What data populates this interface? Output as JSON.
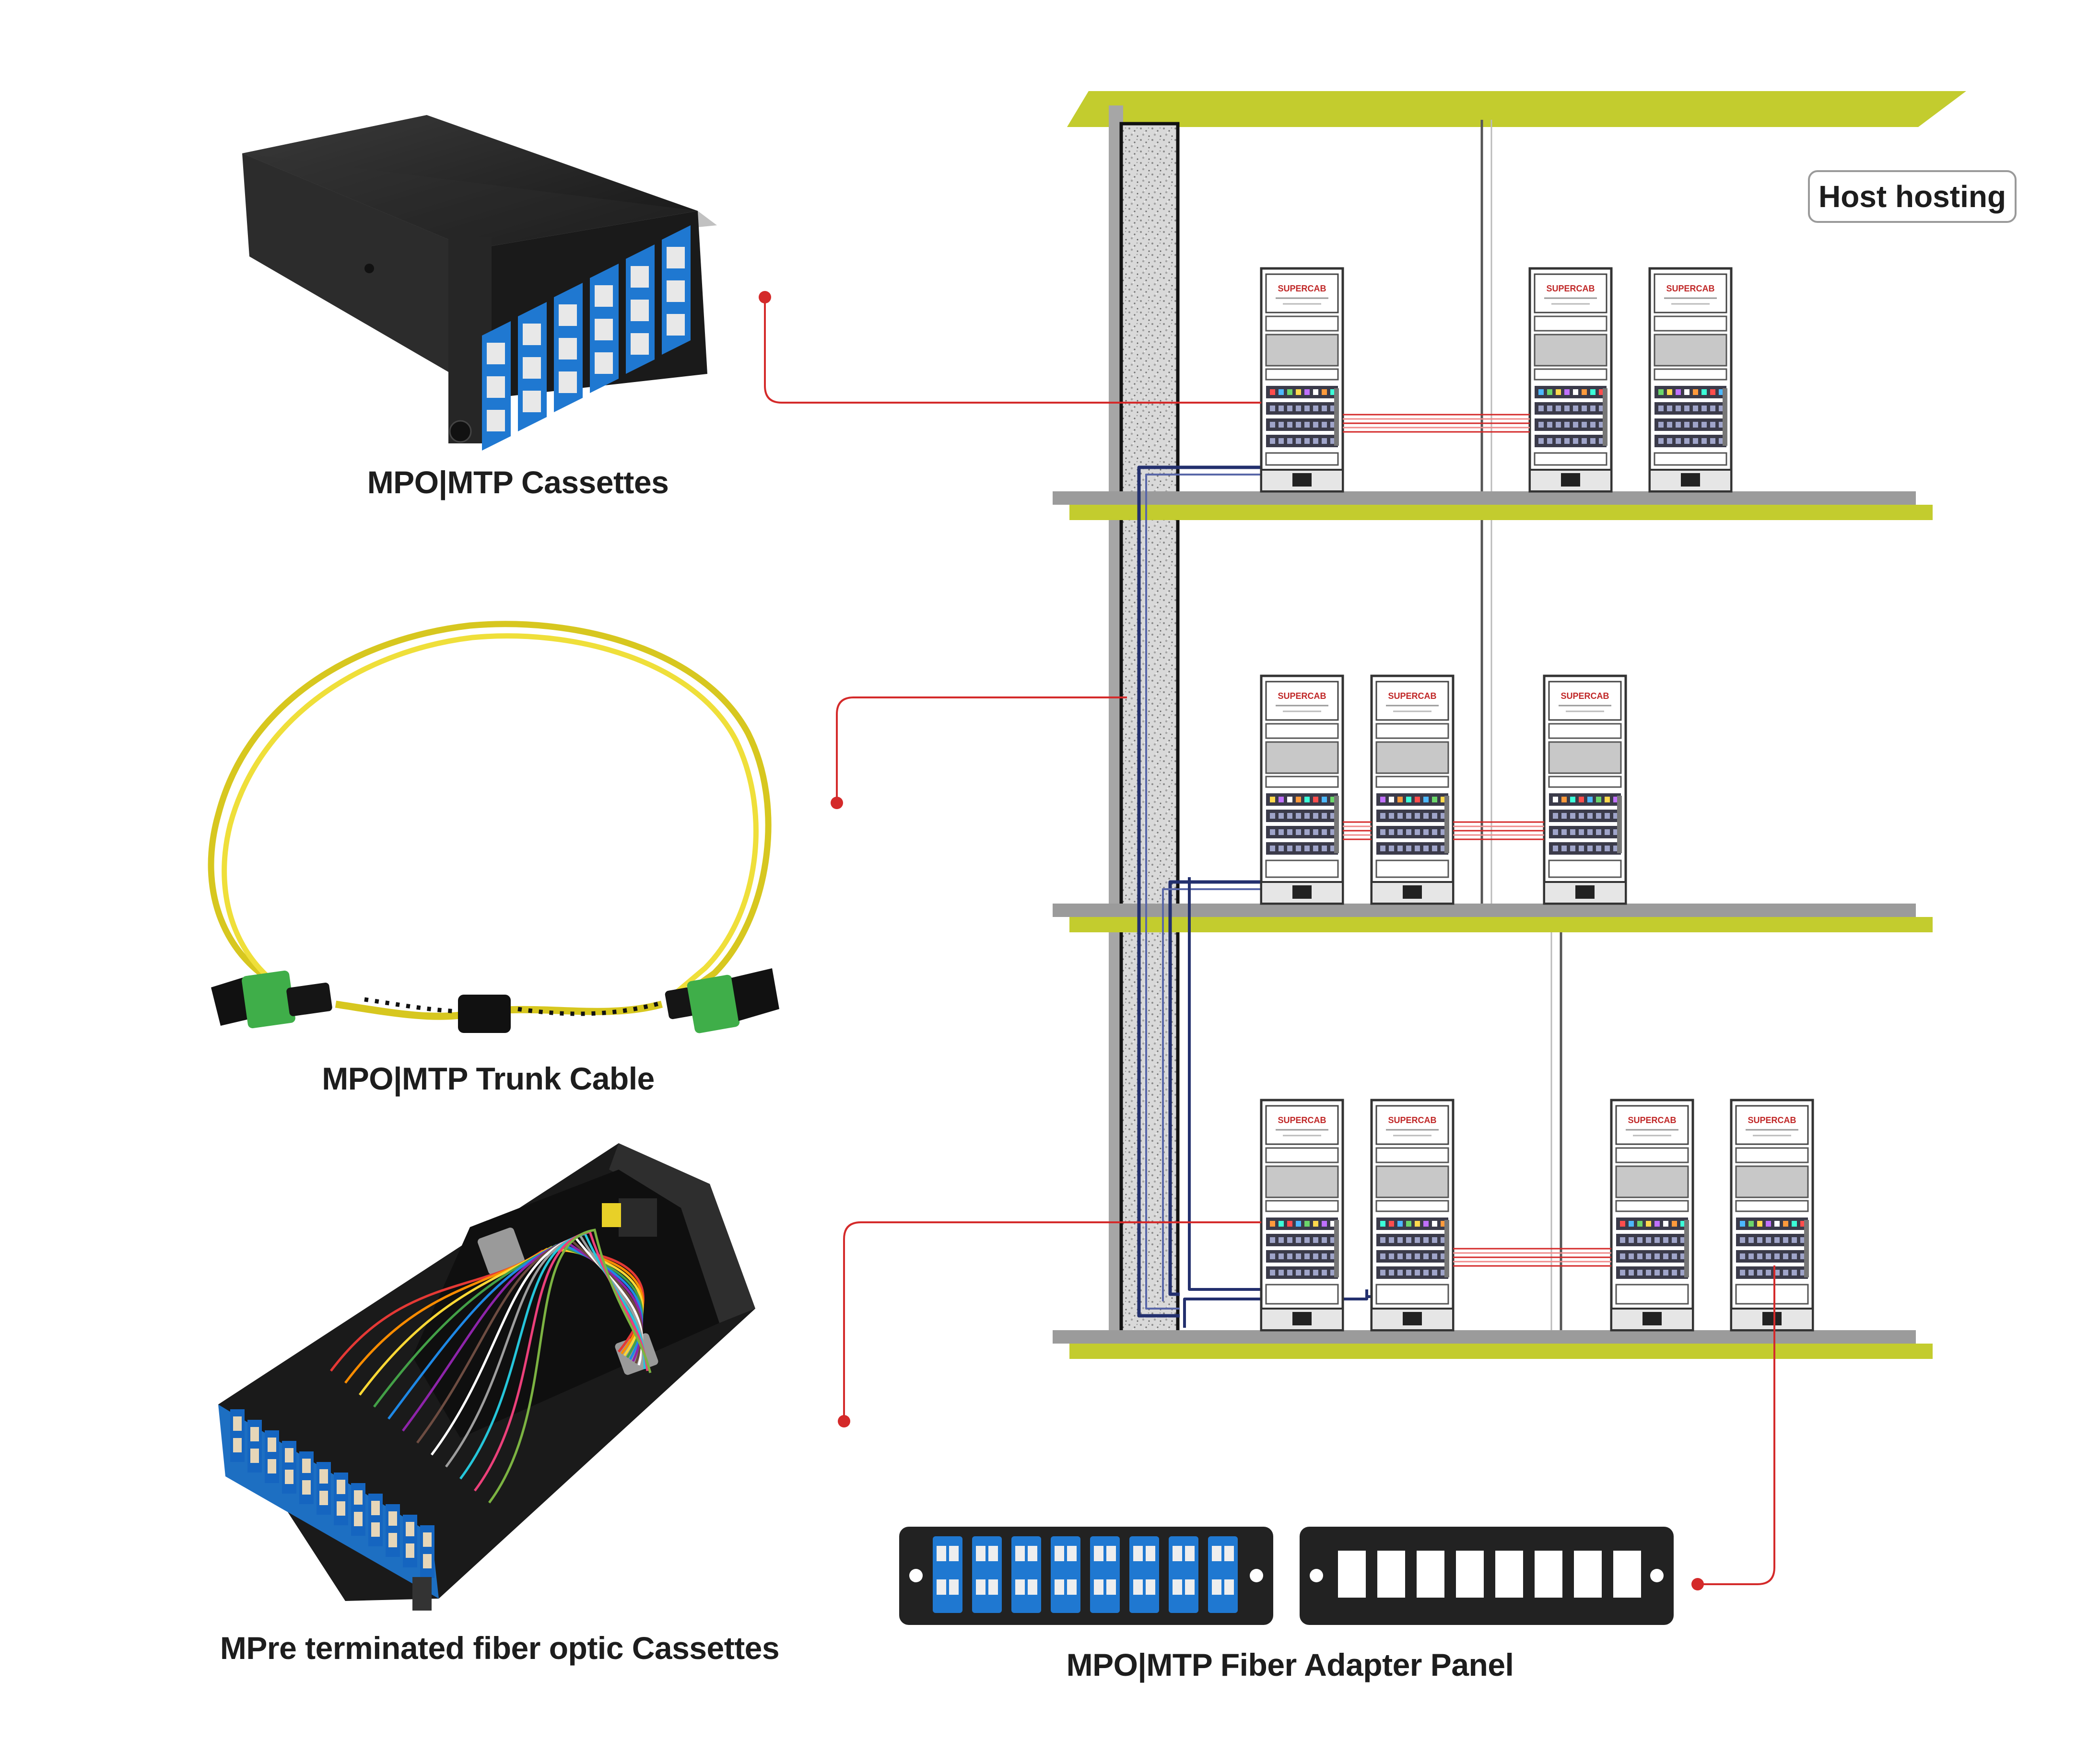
{
  "labels": {
    "cassettes": "MPO|MTP Cassettes",
    "trunk_cable": "MPO|MTP Trunk Cable",
    "preterminated": "MPre terminated fiber optic Cassettes",
    "adapter_panel": "MPO|MTP Fiber Adapter Panel",
    "host_hosting": "Host hosting"
  },
  "rack_brand": "SUPERCAB",
  "colors": {
    "floor_slab": "#c3cc2e",
    "wall_gray": "#a6a6a6",
    "riser_texture": "#cfcfcf",
    "fiber_red": "#d42a2a",
    "fiber_blue": "#23306e",
    "connector_blue": "#1f78d1",
    "trunk_yellow": "#ecd92e",
    "mpo_green": "#39b54a",
    "dark_panel": "#2b2b2b"
  },
  "floors": [
    {
      "racks": 3
    },
    {
      "racks": 3
    },
    {
      "racks": 4
    }
  ]
}
